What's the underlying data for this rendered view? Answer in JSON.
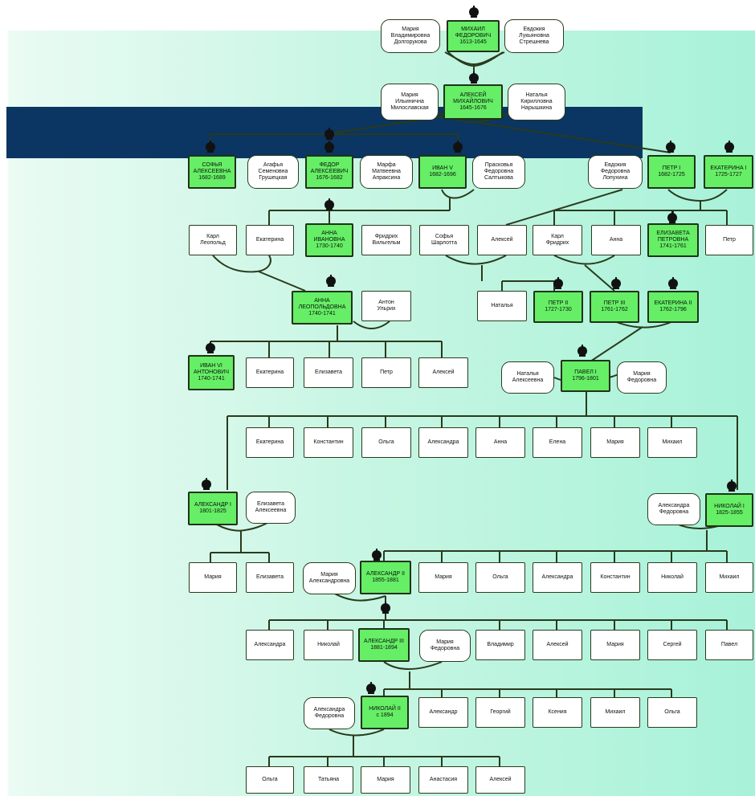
{
  "colors": {
    "ruler_fill": "#66ee66",
    "banner": "#0b3562",
    "line": "#2a3a1c",
    "background": "#b4f4dd"
  },
  "nodes": {
    "mihail": "МИХАИЛ\nФЕДОРОВИЧ\n1613-1645",
    "maria_dolgorukova": "Мария\nВладимировна\nДолгорукова",
    "evdokia_streshneva": "Евдокия\nЛукьяновна\nСтрешнева",
    "aleksei_m": "АЛЕКСЕЙ\nМИХАЙЛОВИЧ\n1645-1676",
    "maria_miloslavskaya": "Мария\nИльинична\nМилославская",
    "natalia_naryshkina": "Наталья\nКирилловна\nНарышкина",
    "sofia": "СОФЬЯ\nАЛЕКСЕЕВНА\n1682-1689",
    "agafia": "Агафья\nСеменовна\nГрушецкая",
    "fedor": "ФЕДОР\nАЛЕКСЕЕВИЧ\n1676-1682",
    "marfa": "Марфа\nМатвеевна\nАпраксина",
    "ivan5": "ИВАН V\n1682-1696",
    "praskovia": "Прасковья\nФедоровна\nСалтыкова",
    "evdokia_lopuhina": "Евдокия\nФедоровна\nЛопухина",
    "petr1": "ПЕТР I\n1682-1725",
    "ekaterina1": "ЕКАТЕРИНА I\n1725-1727",
    "karl_leopold": "Карл\nЛеопольд",
    "ekaterina_iv": "Екатерина",
    "anna_ivanovna": "АННА\nИВАНОВНА\n1730-1740",
    "fridrih_vilgelm": "Фридрих\nВильгельм",
    "sofia_sharlotta": "Софья\nШарлотта",
    "aleksei_p": "Алексей",
    "karl_fridrih": "Карл\nФридрих",
    "anna_p": "Анна",
    "elizaveta_p": "ЕЛИЗАВЕТА\nПЕТРОВНА\n1741-1761",
    "petr_p": "Петр",
    "anna_leopoldovna": "АННА\nЛЕОПОЛЬДОВНА\n1740-1741",
    "anton_ulrih": "Антон\nУльрих",
    "natalia_a": "Наталья",
    "petr2": "ПЕТР II\n1727-1730",
    "petr3": "ПЕТР III\n1761-1762",
    "ekaterina2": "ЕКАТЕРИНА II\n1762-1796",
    "ivan6": "ИВАН VI\nАНТОНОВИЧ\n1740-1741",
    "ekaterina_al": "Екатерина",
    "elizaveta_al": "Елизавета",
    "petr_al": "Петр",
    "aleksei_al": "Алексей",
    "natalia_alekseevna": "Наталья\nАлексеевна",
    "pavel1": "ПАВЕЛ I\n1796-1801",
    "maria_fedorovna_p": "Мария\nФедоровна",
    "ekaterina_pv": "Екатерина",
    "konstantin_pv": "Константин",
    "olga_pv": "Ольга",
    "aleksandra_pv": "Александра",
    "anna_pv": "Анна",
    "elena_pv": "Елена",
    "maria_pv": "Мария",
    "mihail_pv": "Михаил",
    "aleksandr1": "АЛЕКСАНДР I\n1801-1825",
    "elizaveta_alekseevna": "Елизавета\nАлексеевна",
    "aleksandra_fedorovna_n1": "Александра\nФедоровна",
    "nikolai1": "НИКОЛАЙ I\n1825-1855",
    "maria_a1": "Мария",
    "elizaveta_a1": "Елизавета",
    "maria_aleksandrovna": "Мария\nАлександровна",
    "aleksandr2": "АЛЕКСАНДР II\n1855-1881",
    "maria_n1": "Мария",
    "olga_n1": "Ольга",
    "aleksandra_n1": "Александра",
    "konstantin_n1": "Константин",
    "nikolai_n1": "Николай",
    "mihail_n1": "Михаил",
    "aleksandra_a2": "Александра",
    "nikolai_a2": "Николай",
    "aleksandr3": "АЛЕКСАНДР III\n1881-1894",
    "maria_fedorovna_a3": "Мария\nФедоровна",
    "vladimir_a2": "Владимир",
    "aleksei_a2": "Алексей",
    "maria_a2": "Мария",
    "sergei_a2": "Сергей",
    "pavel_a2": "Павел",
    "aleksandra_fedorovna_n2": "Александра\nФедоровна",
    "nikolai2": "НИКОЛАЙ II\nс 1894",
    "aleksandr_a3": "Александр",
    "georgii_a3": "Георгий",
    "ksenia_a3": "Ксения",
    "mihail_a3": "Михаил",
    "olga_a3": "Ольга",
    "olga_n2": "Ольга",
    "tatiana_n2": "Татьяна",
    "maria_n2": "Мария",
    "anastasia_n2": "Анастасия",
    "aleksei_n2": "Алексей"
  }
}
